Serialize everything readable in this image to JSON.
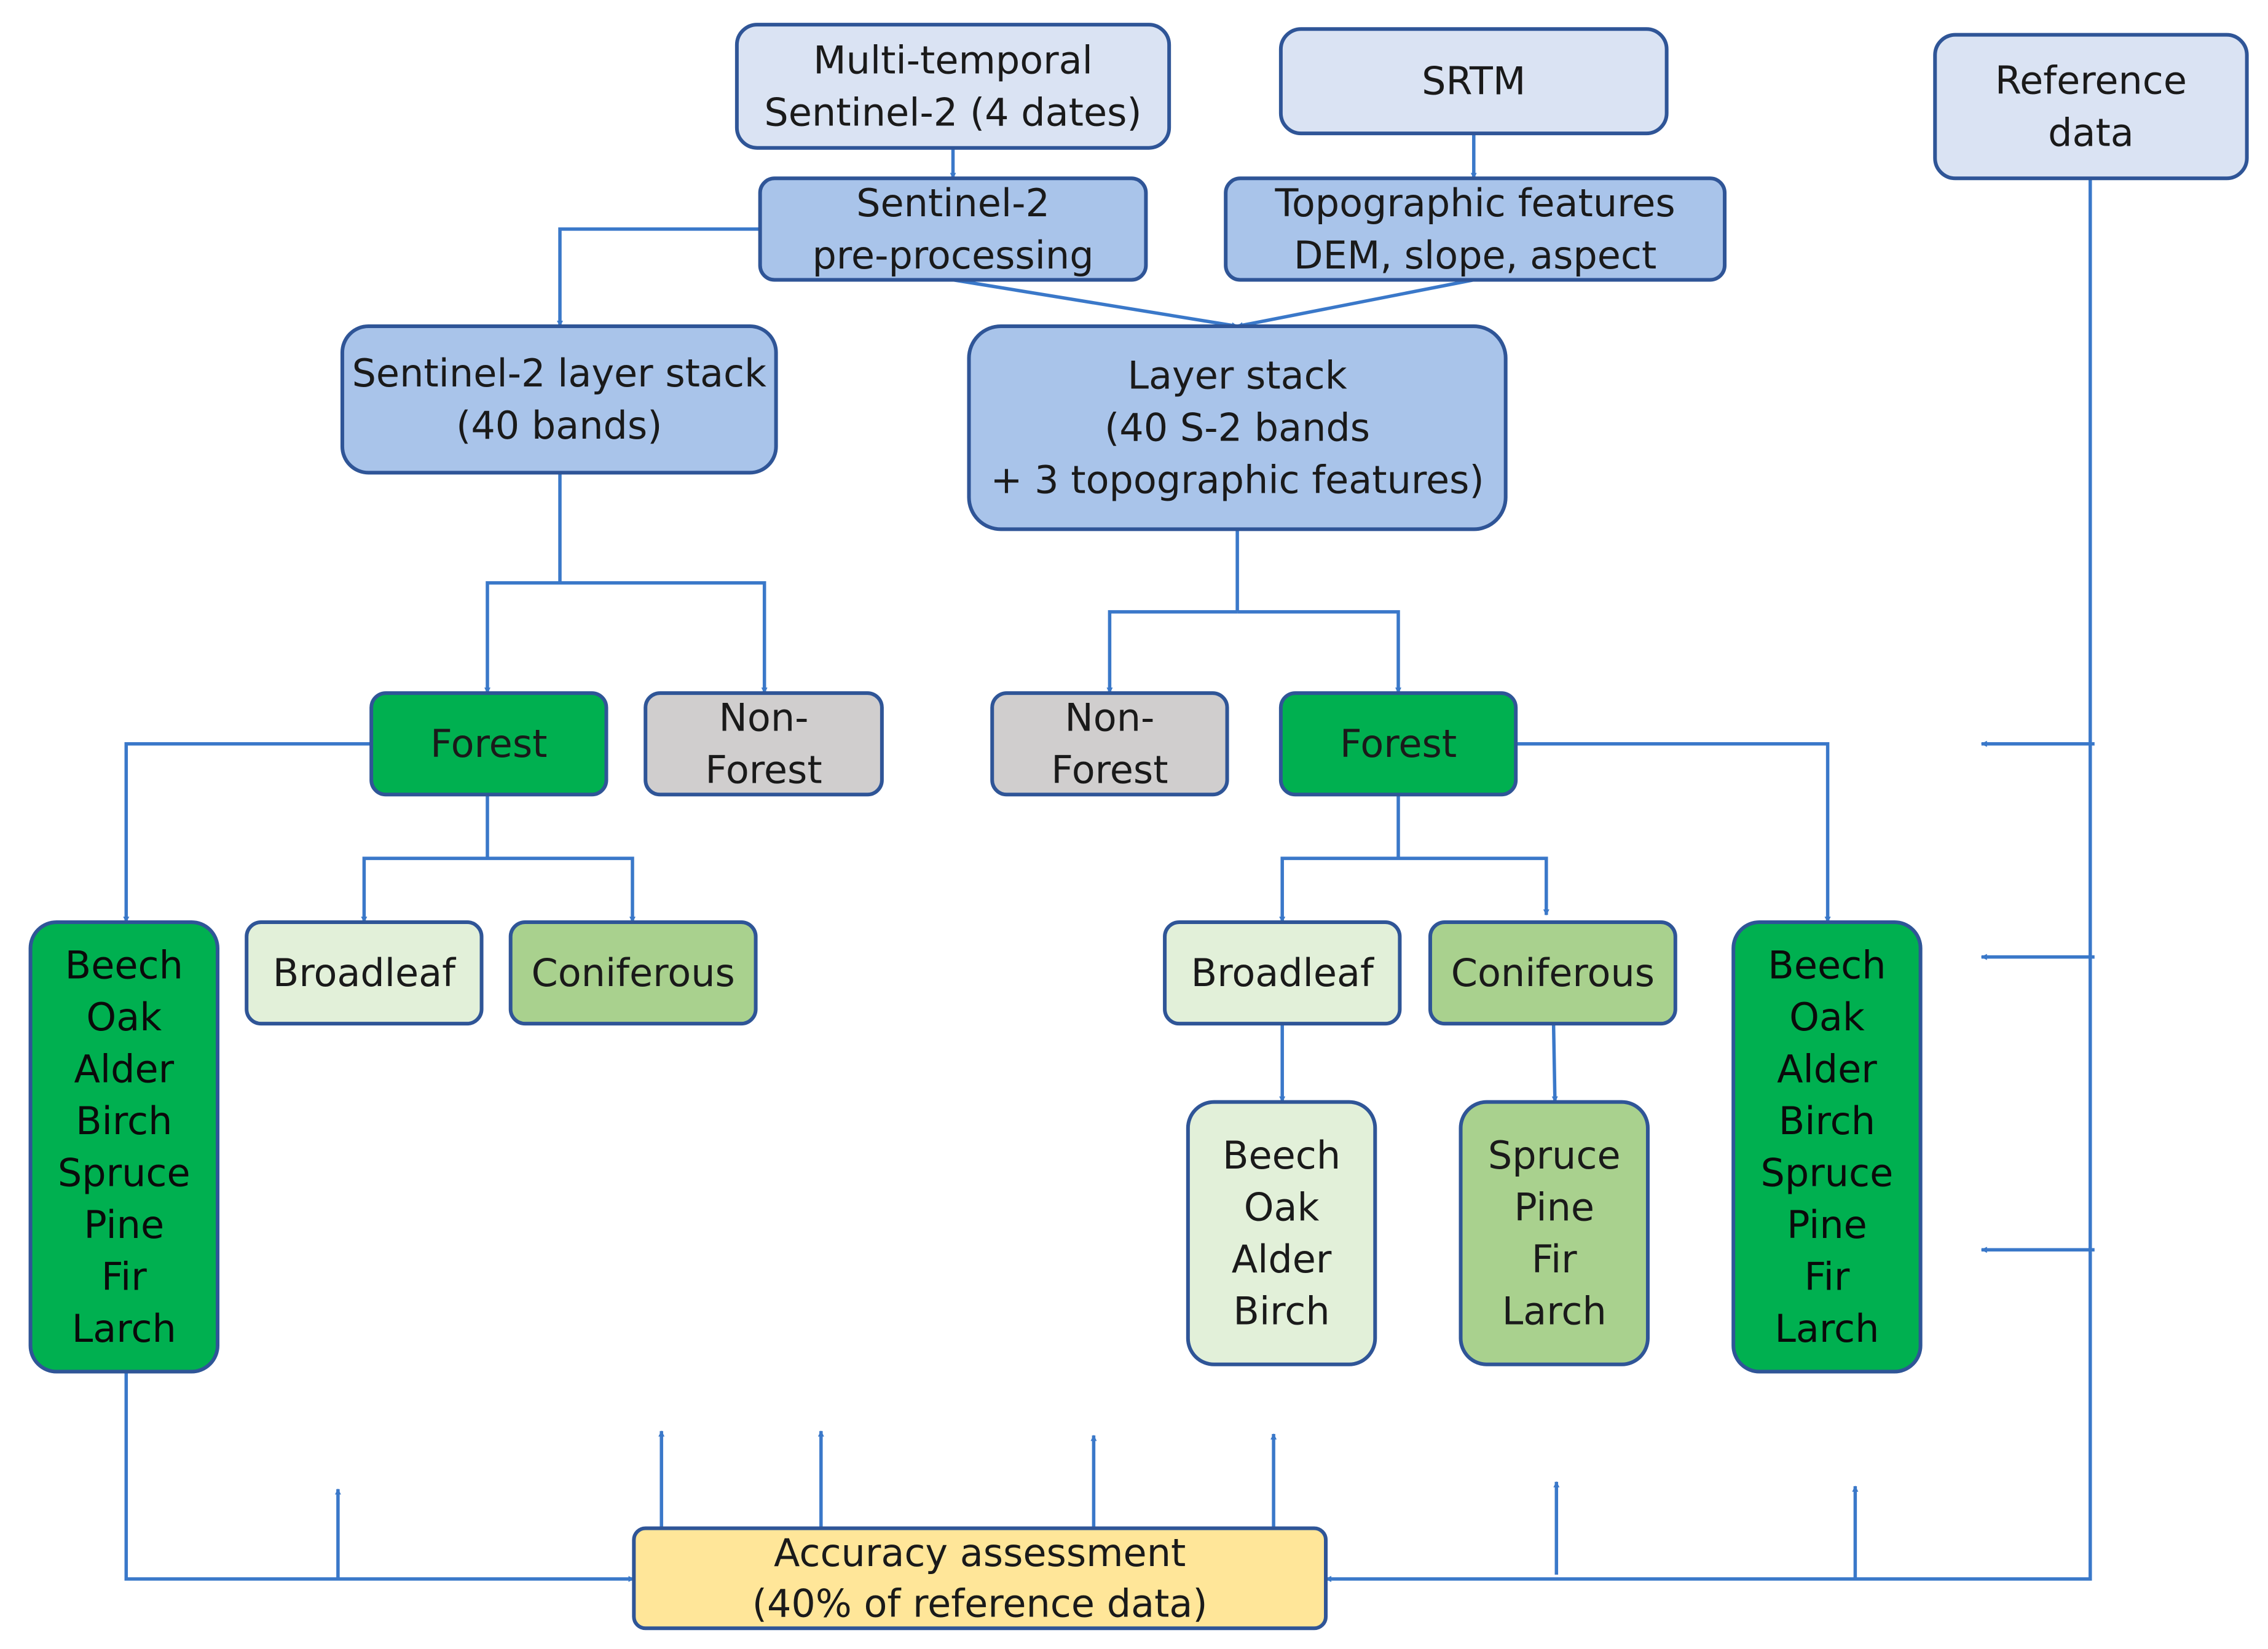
{
  "colors": {
    "line": "#3a78c9",
    "border": "#2f5597",
    "light_blue": "#dae3f3",
    "mid_blue": "#a9c4ea",
    "dark_green": "#00b050",
    "light_green_1": "#e2f0d9",
    "light_green_2": "#a9d18e",
    "gray": "#d0cece",
    "yellow": "#ffe699"
  },
  "nodes": {
    "multitemporal": [
      "Multi-temporal",
      "Sentinel-2 (4 dates)"
    ],
    "srtm": [
      "SRTM"
    ],
    "reference": [
      "Reference",
      "data"
    ],
    "s2_preprocessing": [
      "Sentinel-2",
      "pre-processing"
    ],
    "topographic": [
      "Topographic features",
      "DEM, slope, aspect"
    ],
    "s2_layer_stack": [
      "Sentinel-2 layer stack",
      "(40 bands)"
    ],
    "combined_layer_stack": [
      "Layer stack",
      "(40 S-2 bands",
      "+ 3 topographic features)"
    ],
    "left_forest": [
      "Forest"
    ],
    "left_nonforest": [
      "Non-",
      "Forest"
    ],
    "right_nonforest": [
      "Non-",
      "Forest"
    ],
    "right_forest": [
      "Forest"
    ],
    "left_species": [
      "Beech",
      "Oak",
      "Alder",
      "Birch",
      "Spruce",
      "Pine",
      "Fir",
      "Larch"
    ],
    "left_broadleaf": [
      "Broadleaf"
    ],
    "left_coniferous": [
      "Coniferous"
    ],
    "right_broadleaf": [
      "Broadleaf"
    ],
    "right_coniferous": [
      "Coniferous"
    ],
    "right_species": [
      "Beech",
      "Oak",
      "Alder",
      "Birch",
      "Spruce",
      "Pine",
      "Fir",
      "Larch"
    ],
    "broadleaf_species": [
      "Beech",
      "Oak",
      "Alder",
      "Birch"
    ],
    "coniferous_species": [
      "Spruce",
      "Pine",
      "Fir",
      "Larch"
    ],
    "accuracy": [
      "Accuracy assessment",
      "(40% of reference data)"
    ]
  }
}
